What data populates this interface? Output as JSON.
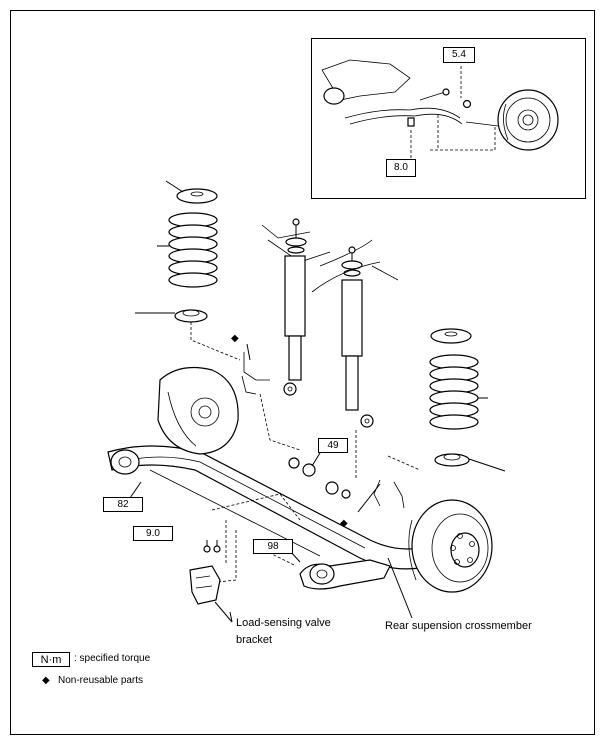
{
  "torques": {
    "inset_top": "5.4",
    "inset_bottom": "8.0",
    "bushing": "49",
    "trailing_arm": "82",
    "valve_bracket_bolt": "9.0",
    "crossmember": "98"
  },
  "labels": {
    "load_sensing": "Load-sensing valve",
    "bracket": "bracket",
    "crossmember": "Rear supension crossmember"
  },
  "legend": {
    "unit_box": "N·m",
    "unit_text": ":  specified torque",
    "diamond_symbol": "◆",
    "nonreusable_text": "Non-reusable parts"
  },
  "markers": {
    "diamond": "◆"
  }
}
